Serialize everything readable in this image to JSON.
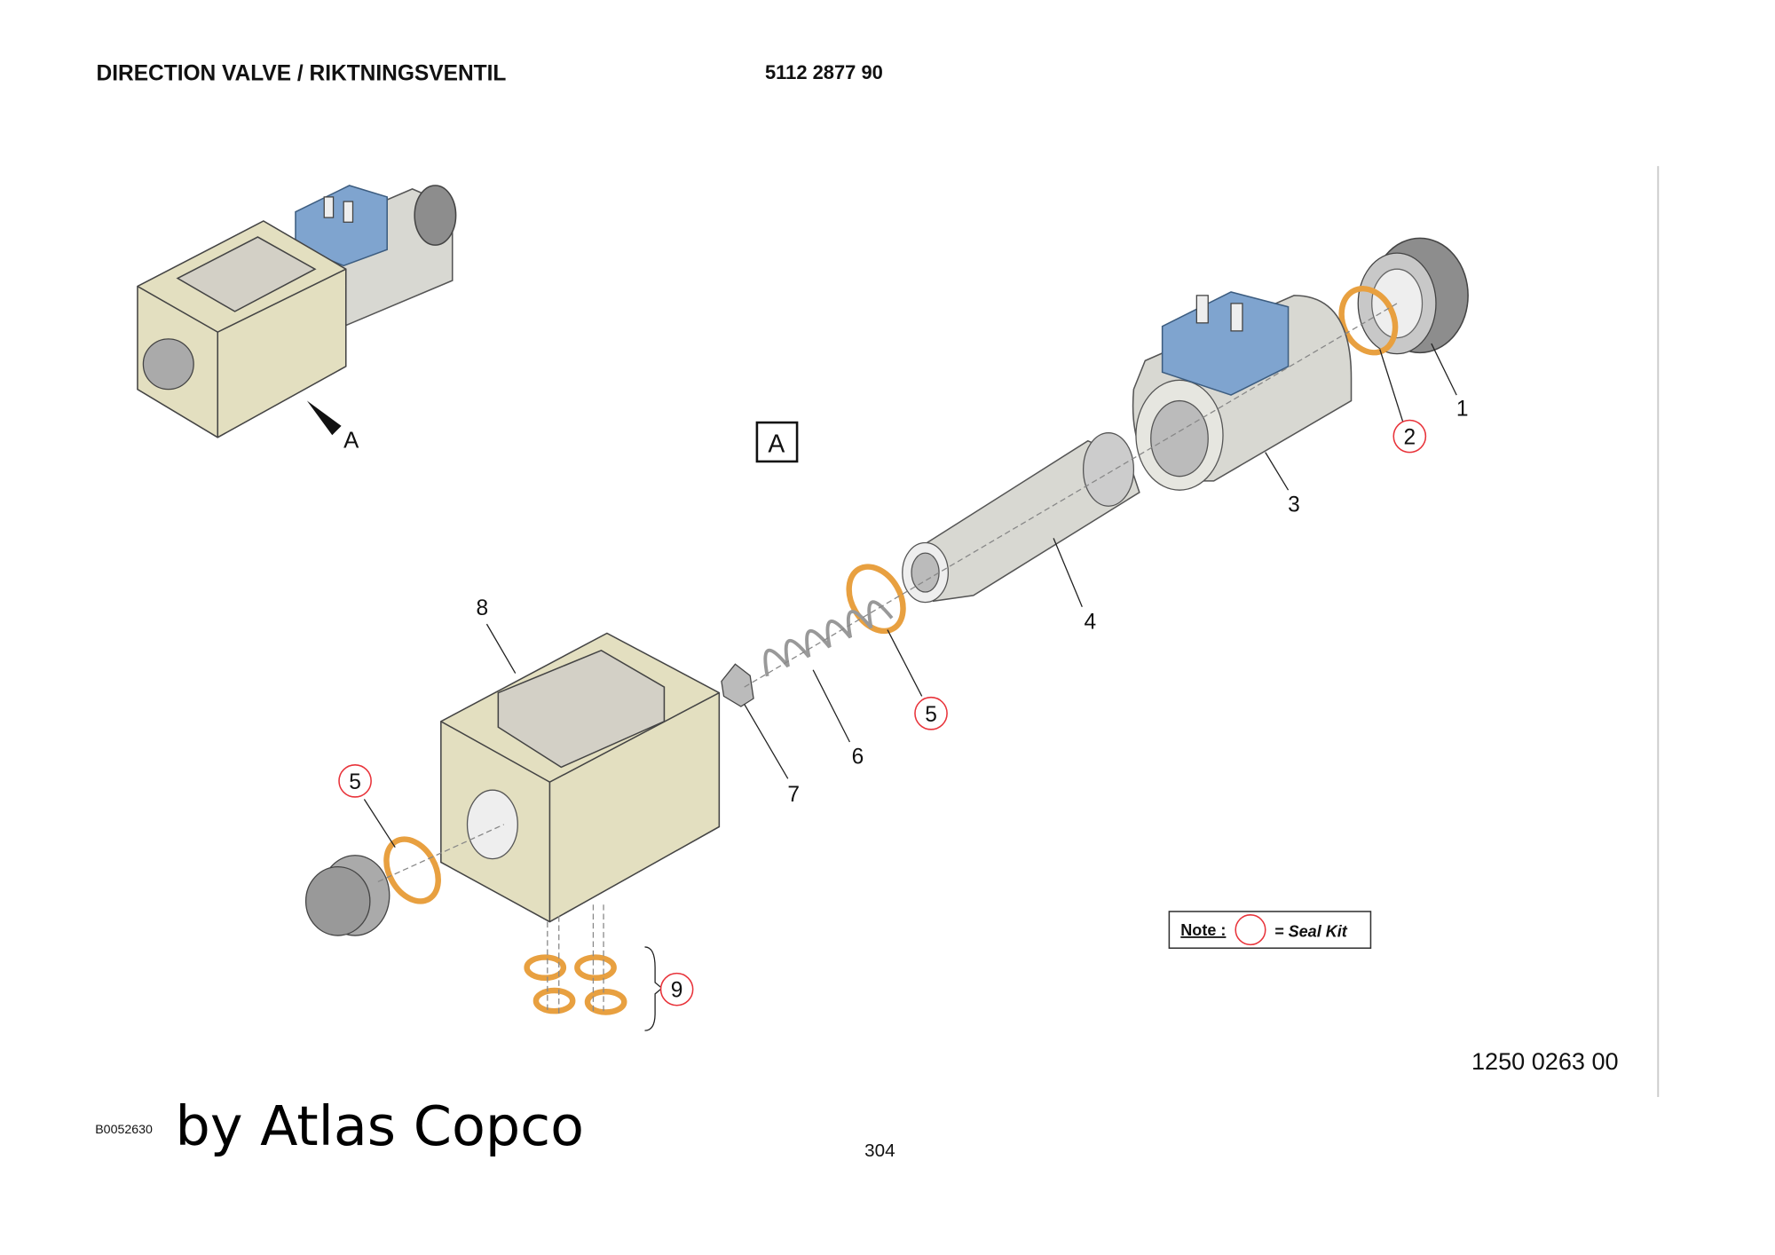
{
  "header": {
    "title": "DIRECTION VALVE / RIKTNINGSVENTIL",
    "part_number": "5112 2877 90"
  },
  "diagram": {
    "view_label": "A",
    "view_box_label": "A",
    "callouts": [
      {
        "label": "1",
        "seal_kit": false
      },
      {
        "label": "2",
        "seal_kit": true
      },
      {
        "label": "3",
        "seal_kit": false
      },
      {
        "label": "4",
        "seal_kit": false
      },
      {
        "label": "5",
        "seal_kit": true
      },
      {
        "label": "6",
        "seal_kit": false
      },
      {
        "label": "7",
        "seal_kit": false
      },
      {
        "label": "8",
        "seal_kit": false
      },
      {
        "label": "5",
        "seal_kit": true
      },
      {
        "label": "9",
        "seal_kit": true
      }
    ],
    "seal_kit_color": "#e8333a",
    "ring_color": "#e8a040"
  },
  "note": {
    "label": "Note :",
    "text": "= Seal Kit"
  },
  "footer": {
    "drawing_number": "1250 0263 00",
    "image_code": "B0052630",
    "brand": "by Atlas Copco",
    "page_number": "304"
  }
}
